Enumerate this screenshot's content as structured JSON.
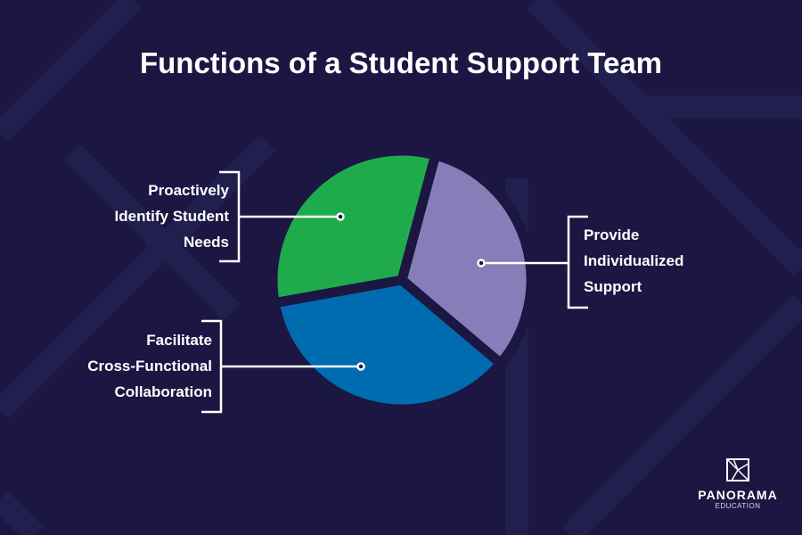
{
  "title": "Functions of a Student Support Team",
  "chart_data": {
    "type": "pie",
    "title": "Functions of a Student Support Team",
    "slices": [
      {
        "label": "Provide Individualized Support",
        "value": 32,
        "color": "#857eb9"
      },
      {
        "label": "Facilitate Cross-Functional Collaboration",
        "value": 36,
        "color": "#006cb0"
      },
      {
        "label": "Proactively Identify Student Needs",
        "value": 32,
        "color": "#1fab4c"
      }
    ],
    "exploded": true
  },
  "labels": {
    "proactive": [
      "Proactively",
      "Identify Student",
      "Needs"
    ],
    "provide": [
      "Provide",
      "Individualized",
      "Support"
    ],
    "facilitate": [
      "Facilitate",
      "Cross-Functional",
      "Collaboration"
    ]
  },
  "logo": {
    "name": "PANORAMA",
    "sub": "EDUCATION"
  },
  "colors": {
    "background": "#1b1742",
    "text": "#ffffff"
  }
}
